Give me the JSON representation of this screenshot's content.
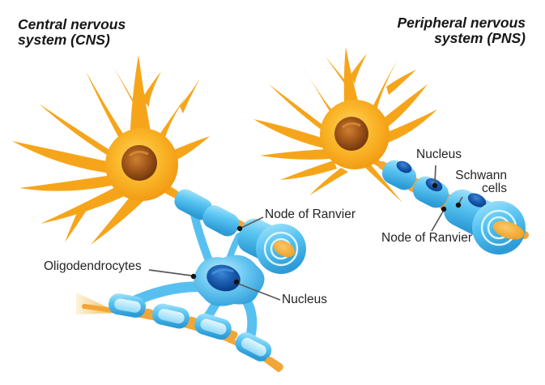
{
  "titles": {
    "cns": "Central nervous\nsystem (CNS)",
    "pns": "Peripheral nervous\nsystem (PNS)"
  },
  "labels": {
    "node_of_ranvier_cns": "Node of Ranvier",
    "oligodendrocytes": "Oligodendrocytes",
    "nucleus_cns": "Nucleus",
    "nucleus_pns": "Nucleus",
    "schwann_cells": "Schwann\ncells",
    "node_of_ranvier_pns": "Node of Ranvier"
  },
  "colors": {
    "background": "#FFFFFF",
    "neuron_body": "#F6A51B",
    "neuron_body_light": "#FFDC72",
    "soma_nucleus_brown": "#A2571A",
    "myelin_blue": "#5BC6F3",
    "myelin_light": "#AEE6FB",
    "myelin_dark": "#2C9BD6",
    "cell_nucleus_blue": "#1A5CB0",
    "axon_orange": "#F2A637",
    "taper_cone": "#F7E0AC",
    "label_text": "#242424",
    "pointer_line": "#5A5A5A",
    "pointer_dot": "#141414"
  }
}
